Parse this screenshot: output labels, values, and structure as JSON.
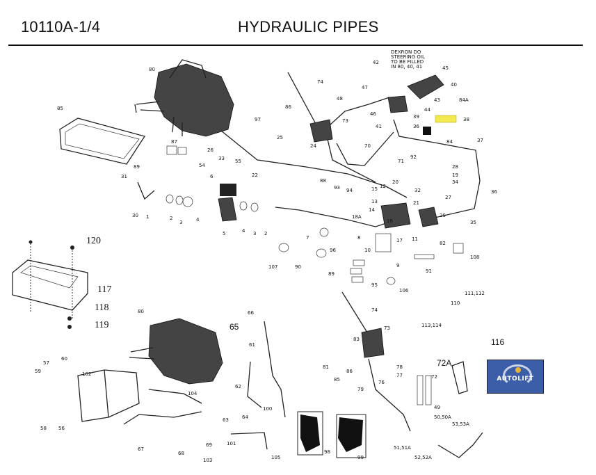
{
  "header": {
    "code": "10110A-1/4",
    "title": "HYDRAULIC PIPES"
  },
  "note": {
    "id": "42",
    "lines": [
      "DEXRON DO",
      "STEERING OIL",
      "TO BE FILLED",
      "IN 80, 40, 41"
    ]
  },
  "highlight_color": "#f2e94e",
  "logo": {
    "text": "AUTOLIFT",
    "color": "#3c5ea8"
  },
  "callouts": {
    "c80a": "80",
    "c85": "85",
    "c87": "87",
    "c86": "86",
    "c97": "97",
    "c26": "26",
    "c33": "33",
    "c74a": "74",
    "c48": "48",
    "c47": "47",
    "c46": "46",
    "c41": "41",
    "c73a": "73",
    "c24": "24",
    "c45": "45",
    "c40": "40",
    "c43": "43",
    "c44": "44",
    "c39": "39",
    "c36a": "36",
    "c84a": "84A",
    "c38": "38",
    "c84": "84",
    "c37": "37",
    "c25": "25",
    "c70": "70",
    "c92": "92",
    "c71": "71",
    "c89": "89",
    "c31": "31",
    "c30": "30",
    "c1": "1",
    "c2a": "2",
    "c3a": "3",
    "c4a": "4",
    "c54": "54",
    "c6": "6",
    "c55": "55",
    "c5": "5",
    "c22": "22",
    "c4b": "4",
    "c3b": "3",
    "c2b": "2",
    "c88": "88",
    "c93": "93",
    "c94": "94",
    "c15": "15",
    "c12": "12",
    "c20": "20",
    "c32": "32",
    "c21": "21",
    "c28": "28",
    "c19": "19",
    "c34": "34",
    "c27": "27",
    "c36b": "36",
    "c35": "35",
    "c29": "29",
    "c82": "82",
    "c11": "11",
    "c17": "17",
    "c16": "16",
    "c13": "13",
    "c14": "14",
    "c18a": "18A",
    "c8": "8",
    "c9": "9",
    "c10": "10",
    "c7": "7",
    "c96": "96",
    "c107": "107",
    "c90": "90",
    "c89b": "89",
    "c95": "95",
    "c106": "106",
    "c91": "91",
    "c108": "108",
    "c111": "111,112",
    "c110": "110",
    "c113": "113,114",
    "c120": "120",
    "c117": "117",
    "c118": "118",
    "c119": "119",
    "c80b": "80",
    "c66": "66",
    "c65": "65",
    "c61": "61",
    "c62": "62",
    "c104": "104",
    "c63": "63",
    "c64": "64",
    "c100": "100",
    "c67": "67",
    "c68": "68",
    "c69": "69",
    "c101": "101",
    "c103": "103",
    "c105": "105",
    "c98": "98",
    "c99": "99",
    "c57": "57",
    "c60": "60",
    "c59": "59",
    "c58": "58",
    "c56": "56",
    "c102": "102",
    "c74b": "74",
    "c73b": "73",
    "c83": "83",
    "c81": "81",
    "c85b": "85",
    "c86b": "86",
    "c78": "78",
    "c77": "77",
    "c76": "76",
    "c79": "79",
    "c72a": "72A",
    "c72": "72",
    "c116": "116",
    "c49": "49",
    "c50": "50,50A",
    "c53": "53,53A",
    "c51": "51,51A",
    "c52": "52,52A"
  }
}
